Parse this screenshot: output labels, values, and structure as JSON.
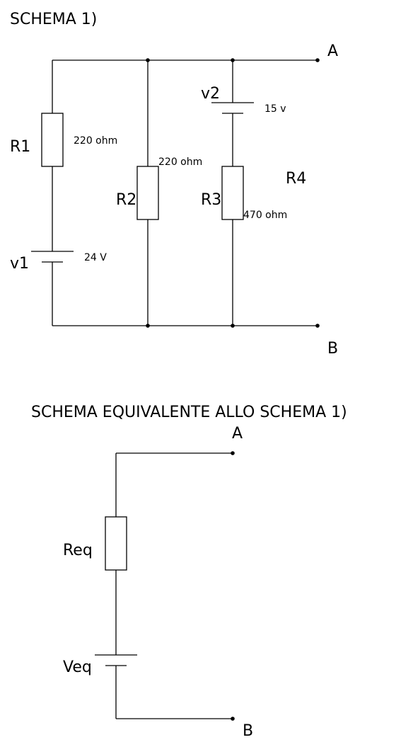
{
  "schema1": {
    "title": "SCHEMA 1)",
    "terminal_a": "A",
    "terminal_b": "B",
    "r1": {
      "name": "R1",
      "value": "220 ohm"
    },
    "r2": {
      "name": "R2",
      "value": "220 ohm"
    },
    "r3": {
      "name": "R3",
      "value": "470 ohm"
    },
    "r4": {
      "name": "R4"
    },
    "v1": {
      "name": "v1",
      "value": "24 V"
    },
    "v2": {
      "name": "v2",
      "value": "15 v"
    }
  },
  "schema2": {
    "title": "SCHEMA EQUIVALENTE ALLO SCHEMA 1)",
    "terminal_a": "A",
    "terminal_b": "B",
    "req": {
      "name": "Req"
    },
    "veq": {
      "name": "Veq"
    }
  }
}
